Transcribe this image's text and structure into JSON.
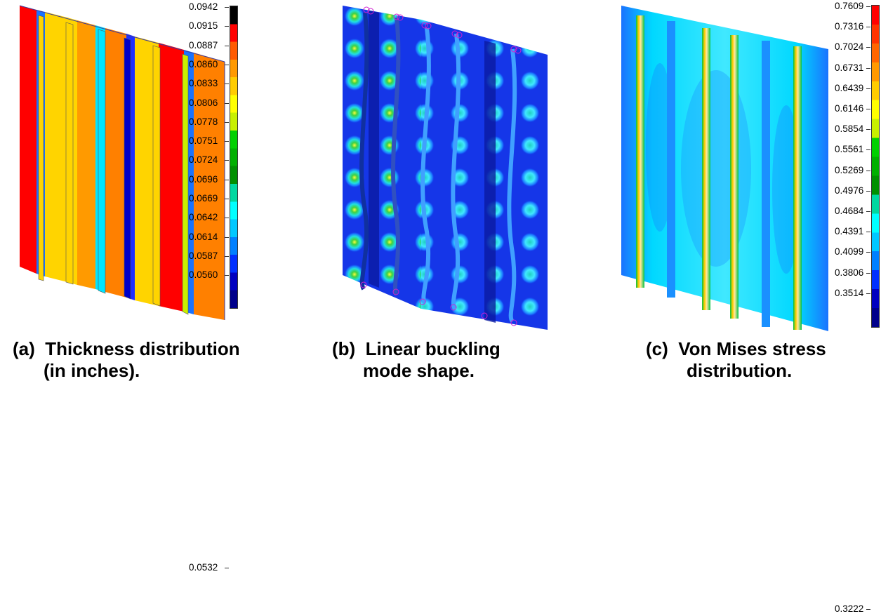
{
  "figure": {
    "panels": [
      {
        "id": "a",
        "caption_letter": "(a)",
        "caption_line1": "Thickness distribution",
        "caption_line2": "(in inches).",
        "colorbar": {
          "labels": [
            "0.0942",
            "0.0915",
            "0.0887",
            "0.0860",
            "0.0833",
            "0.0806",
            "0.0778",
            "0.0751",
            "0.0724",
            "0.0696",
            "0.0669",
            "0.0642",
            "0.0614",
            "0.0587",
            "0.0560",
            "0.0532"
          ],
          "colors": [
            "#000000",
            "#ff0000",
            "#ff5a00",
            "#ff9900",
            "#ffcc00",
            "#ffff00",
            "#c8f000",
            "#00d000",
            "#00b000",
            "#009000",
            "#00d8a0",
            "#00ffff",
            "#00c8ff",
            "#0080ff",
            "#0030ff",
            "#0000c0",
            "#00008b"
          ]
        }
      },
      {
        "id": "b",
        "caption_letter": "(b)",
        "caption_line1": "Linear buckling",
        "caption_line2": "mode shape."
      },
      {
        "id": "c",
        "caption_letter": "(c)",
        "caption_line1": "Von Mises stress",
        "caption_line2": "distribution.",
        "colorbar": {
          "labels": [
            "0.7609",
            "0.7316",
            "0.7024",
            "0.6731",
            "0.6439",
            "0.6146",
            "0.5854",
            "0.5561",
            "0.5269",
            "0.4976",
            "0.4684",
            "0.4391",
            "0.4099",
            "0.3806",
            "0.3514",
            "0.3222"
          ],
          "colors": [
            "#ff0000",
            "#ff3300",
            "#ff6600",
            "#ff9900",
            "#ffcc00",
            "#ffff00",
            "#c8f000",
            "#00d000",
            "#00b000",
            "#009000",
            "#00d8a0",
            "#00ffff",
            "#00c8ff",
            "#0080ff",
            "#0030ff",
            "#0000c0",
            "#00008b"
          ]
        }
      }
    ]
  }
}
